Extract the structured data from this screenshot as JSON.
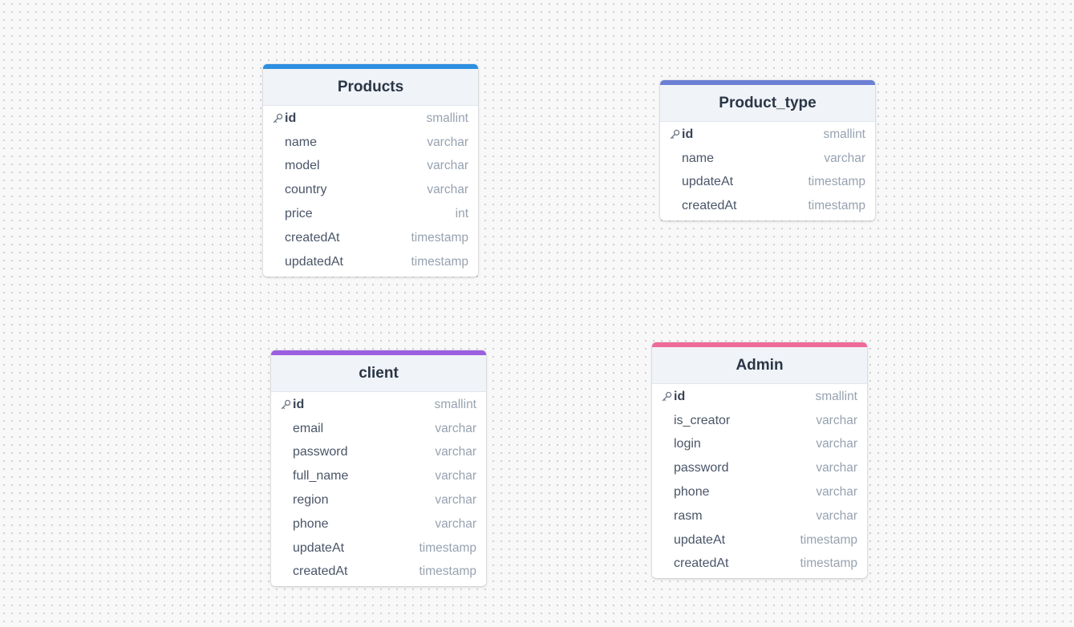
{
  "tables": [
    {
      "name": "Products",
      "color": "#2d8fe0",
      "fields": [
        {
          "name": "id",
          "type": "smallint",
          "pk": true
        },
        {
          "name": "name",
          "type": "varchar"
        },
        {
          "name": "model",
          "type": "varchar"
        },
        {
          "name": "country",
          "type": "varchar"
        },
        {
          "name": "price",
          "type": "int"
        },
        {
          "name": "createdAt",
          "type": "timestamp"
        },
        {
          "name": "updatedAt",
          "type": "timestamp"
        }
      ]
    },
    {
      "name": "Product_type",
      "color": "#6b7fd3",
      "fields": [
        {
          "name": "id",
          "type": "smallint",
          "pk": true
        },
        {
          "name": "name",
          "type": "varchar"
        },
        {
          "name": "updateAt",
          "type": "timestamp"
        },
        {
          "name": "createdAt",
          "type": "timestamp"
        }
      ]
    },
    {
      "name": "client",
      "color": "#9b5fe0",
      "fields": [
        {
          "name": "id",
          "type": "smallint",
          "pk": true
        },
        {
          "name": "email",
          "type": "varchar"
        },
        {
          "name": "password",
          "type": "varchar"
        },
        {
          "name": "full_name",
          "type": "varchar"
        },
        {
          "name": "region",
          "type": "varchar"
        },
        {
          "name": "phone",
          "type": "varchar"
        },
        {
          "name": "updateAt",
          "type": "timestamp"
        },
        {
          "name": "createdAt",
          "type": "timestamp"
        }
      ]
    },
    {
      "name": "Admin",
      "color": "#ee6a97",
      "fields": [
        {
          "name": "id",
          "type": "smallint",
          "pk": true
        },
        {
          "name": "is_creator",
          "type": "varchar"
        },
        {
          "name": "login",
          "type": "varchar"
        },
        {
          "name": "password",
          "type": "varchar"
        },
        {
          "name": "phone",
          "type": "varchar"
        },
        {
          "name": "rasm",
          "type": "varchar"
        },
        {
          "name": "updateAt",
          "type": "timestamp"
        },
        {
          "name": "createdAt",
          "type": "timestamp"
        }
      ]
    }
  ],
  "icons": {
    "primary_key": "key-icon"
  }
}
